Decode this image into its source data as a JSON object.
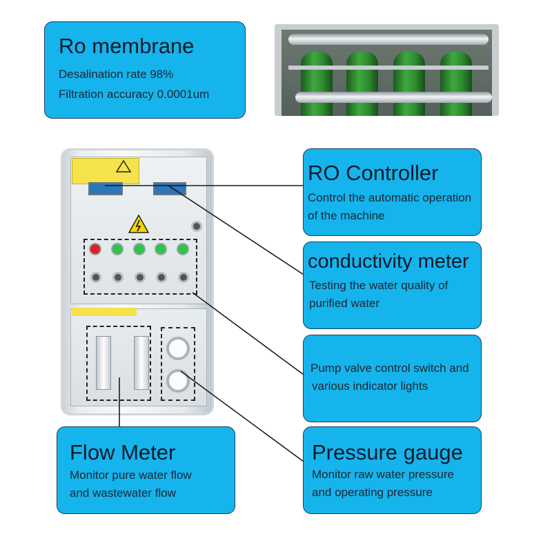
{
  "callouts": {
    "ro_membrane": {
      "title": "Ro membrane",
      "lines": [
        "Desalination rate 98%",
        "Filtration accuracy 0.0001um"
      ]
    },
    "ro_controller": {
      "title": "RO Controller",
      "lines": [
        "Control the automatic operation",
        "of the machine"
      ]
    },
    "conductivity_meter": {
      "title": "conductivity meter",
      "lines": [
        "Testing the water quality of",
        "purified water"
      ]
    },
    "pump_valve": {
      "lines": [
        "Pump valve control switch and",
        "various indicator lights"
      ]
    },
    "flow_meter": {
      "title": "Flow Meter",
      "lines": [
        "Monitor pure water flow",
        "and wastewater flow"
      ]
    },
    "pressure_gauge": {
      "title": "Pressure gauge",
      "lines": [
        "Monitor raw water pressure",
        "and operating pressure"
      ]
    }
  },
  "colors": {
    "callout_fill": "#16b4ec",
    "callout_border": "#1b3d5c",
    "leader_line": "#1a1a1a"
  },
  "indicator_lamps": [
    "red",
    "green",
    "green",
    "green",
    "green"
  ]
}
